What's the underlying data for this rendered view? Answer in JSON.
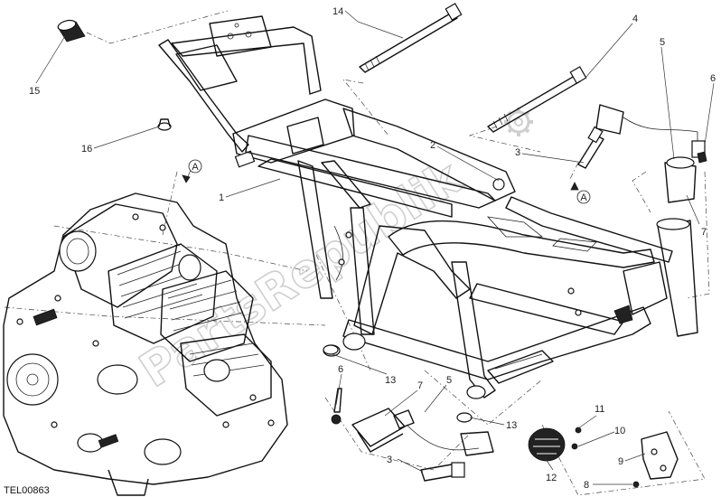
{
  "diagram": {
    "code": "TEL00863",
    "watermark": "PartsRepublik",
    "view_marker": "A",
    "callouts": [
      "1",
      "2",
      "3",
      "4",
      "5",
      "6",
      "7",
      "8",
      "9",
      "10",
      "11",
      "12",
      "13",
      "14",
      "15",
      "16"
    ]
  }
}
